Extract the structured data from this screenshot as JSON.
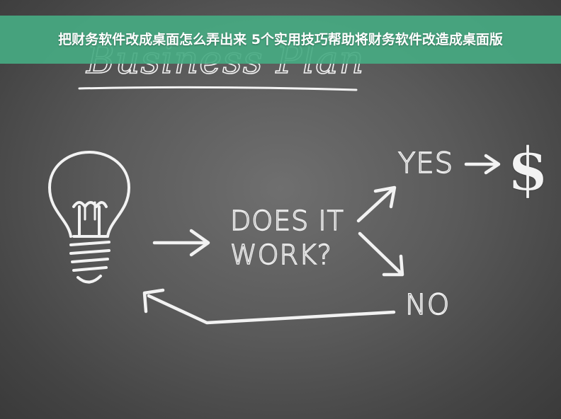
{
  "banner": {
    "title": "把财务软件改成桌面怎么弄出来 5个实用技巧帮助将财务软件改造成桌面版"
  },
  "board": {
    "heading": "Business Plan",
    "question_line1": "DOES IT",
    "question_line2": "WORK?",
    "yes_label": "YES",
    "no_label": "NO",
    "dollar_symbol": "$"
  },
  "colors": {
    "banner_green": "#46aa82",
    "chalk": "#f2f2f2",
    "board_gray": "#5a5a5a"
  },
  "icons": [
    "lightbulb-icon",
    "arrow-right-icon",
    "arrow-up-right-icon",
    "arrow-down-right-icon",
    "arrow-back-left-icon",
    "dollar-icon"
  ]
}
